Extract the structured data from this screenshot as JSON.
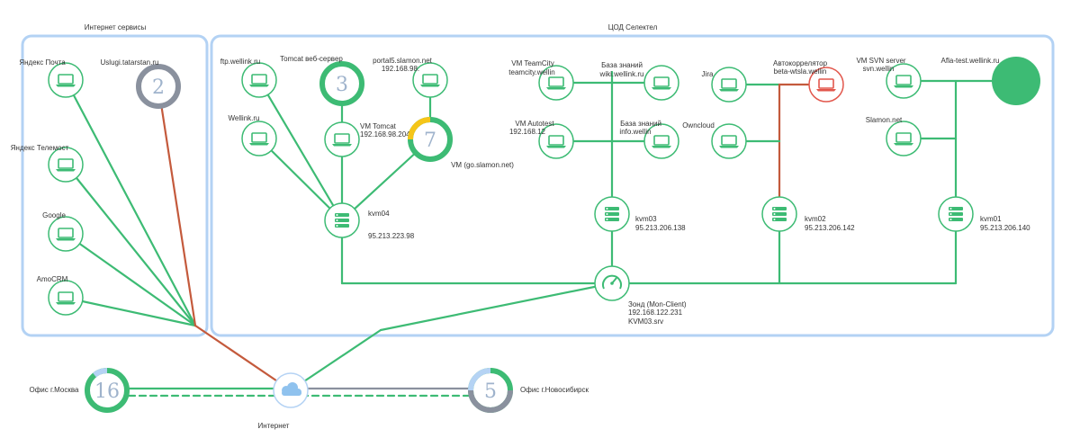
{
  "groups": {
    "internet_services": "Интернет сервисы",
    "dc": "ЦОД Селектел"
  },
  "colors": {
    "ok": "#3dbb74",
    "error": "#e2574c",
    "warn": "#f5c518",
    "gray": "#8a919e",
    "pale": "#b5d3f4",
    "frame": "#b3d2f4",
    "cloud": "#8fc2ee"
  },
  "icons": {
    "host": "laptop-icon",
    "server": "server-icon",
    "probe": "gauge-icon",
    "internet": "cloud-icon"
  },
  "nodes": {
    "yandex_mail": "Яндекс Почта",
    "usluga": "Uslugi.tatarstan.ru",
    "usluga_count": "2",
    "yandex_telemost": "Яндекс Телемост",
    "google": "Google",
    "amocrm": "AmoCRM",
    "ftp": "ftp.wellink.ru",
    "tomcat_web": "Tomcat веб-сервер",
    "tomcat_web_count": "3",
    "portal5_name": "portal5.slamon.net",
    "portal5_ip": "192.168.98.",
    "wellink": "Wellink.ru",
    "vm_tomcat_name": "VM Tomcat",
    "vm_tomcat_ip": "192.168.98.204",
    "vm_go": "VM (go.slamon.net)",
    "vm_go_count": "7",
    "kvm04_name": "kvm04",
    "kvm04_ip": "95.213.223.98",
    "teamcity_name": "VM TeamCity",
    "teamcity_host": "teamcity.wellin",
    "wiki_name": "База знаний",
    "wiki_host": "wiki.wellink.ru",
    "autotest_name": "VM Autotest",
    "autotest_ip": "192.168.12",
    "info_name": "База знаний",
    "info_host": "info.wellin",
    "kvm03_name": "kvm03",
    "kvm03_ip": "95.213.206.138",
    "jira": "Jira",
    "autocorr_name": "Автокоррелятор",
    "autocorr_host": "beta-wtsla.wellin",
    "owncloud": "Owncloud",
    "kvm02_name": "kvm02",
    "kvm02_ip": "95.213.206.142",
    "svn_name": "VM SVN server",
    "svn_host": "svn.wellin",
    "afla": "Afla-test.wellink.ru",
    "slamon": "Slamon.net",
    "kvm01_name": "kvm01",
    "kvm01_ip": "95.213.206.140",
    "probe_name": "Зонд (Mon-Client)",
    "probe_ip": "192.168.122.231",
    "probe_host": "KVM03.srv",
    "internet": "Интернет",
    "moscow": "Офис г.Москва",
    "moscow_count": "16",
    "novosib": "Офис г.Новосибирск",
    "novosib_count": "5"
  }
}
